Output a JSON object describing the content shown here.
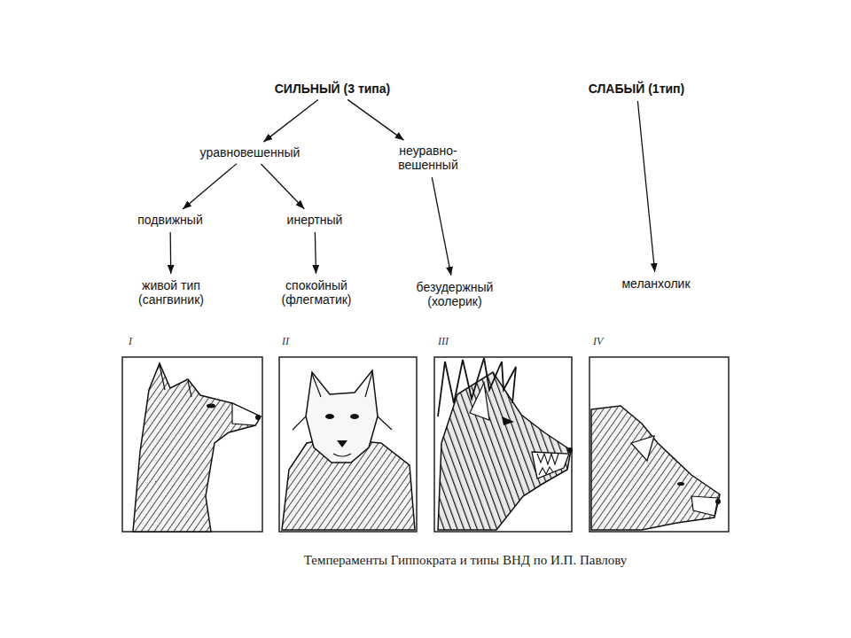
{
  "diagram": {
    "caption": "Темпераменты Гиппократа и типы ВНД по И.П. Павлову",
    "nodes": [
      {
        "text": [
          "СИЛЬНЫЙ (3 типа)"
        ]
      },
      {
        "text": [
          "СЛАБЫЙ (1тип)"
        ]
      },
      {
        "text": [
          "уравновешенный"
        ]
      },
      {
        "text": [
          "неуравно- вешенный"
        ]
      },
      {
        "text": [
          "подвижный"
        ]
      },
      {
        "text": [
          "инертный"
        ]
      },
      {
        "text": [
          "живой тип (сангвиник)"
        ]
      },
      {
        "text": [
          "спокойный (флегматик)"
        ]
      },
      {
        "text": [
          "безудержный (холерик)"
        ]
      },
      {
        "text": [
          "меланхолик"
        ]
      }
    ],
    "edges": [
      {
        "from": 0,
        "to": 2,
        "arrow": "to"
      },
      {
        "from": 0,
        "to": 3,
        "arrow": "to"
      },
      {
        "from": 2,
        "to": 4,
        "arrow": "to"
      },
      {
        "from": 2,
        "to": 5,
        "arrow": "to"
      },
      {
        "from": 4,
        "to": 6,
        "arrow": "to"
      },
      {
        "from": 5,
        "to": 7,
        "arrow": "to"
      },
      {
        "from": 3,
        "to": 8,
        "arrow": "to"
      },
      {
        "from": 1,
        "to": 9,
        "arrow": "to"
      }
    ],
    "labels": [
      "I",
      "II",
      "III",
      "IV"
    ]
  }
}
